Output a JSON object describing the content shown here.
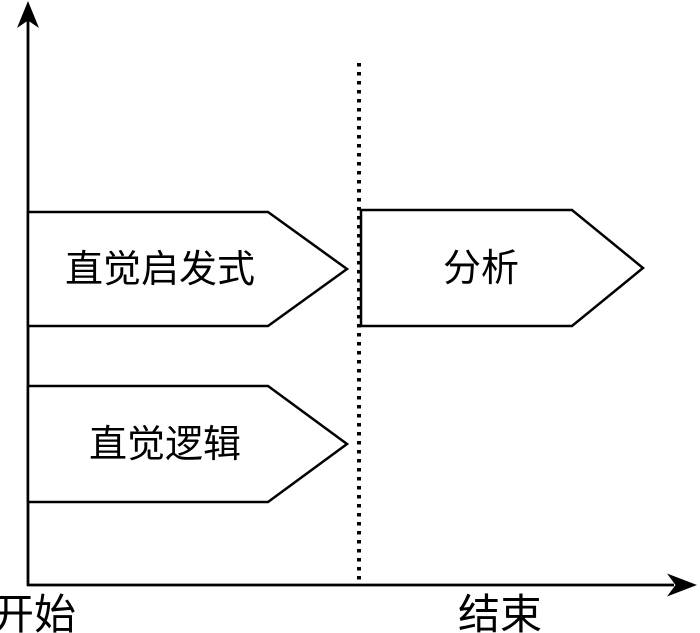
{
  "diagram": {
    "background_color": "#ffffff",
    "line_color": "#000000",
    "divider": {
      "style": "dotted",
      "orientation": "vertical"
    },
    "x_axis": {
      "start_label": "开始",
      "end_label": "结束"
    },
    "processes": [
      {
        "name": "intuitive-heuristic",
        "label": "直觉启发式",
        "phase": "before-divider"
      },
      {
        "name": "analysis",
        "label": "分析",
        "phase": "after-divider"
      },
      {
        "name": "intuitive-logic",
        "label": "直觉逻辑",
        "phase": "before-divider"
      }
    ]
  }
}
